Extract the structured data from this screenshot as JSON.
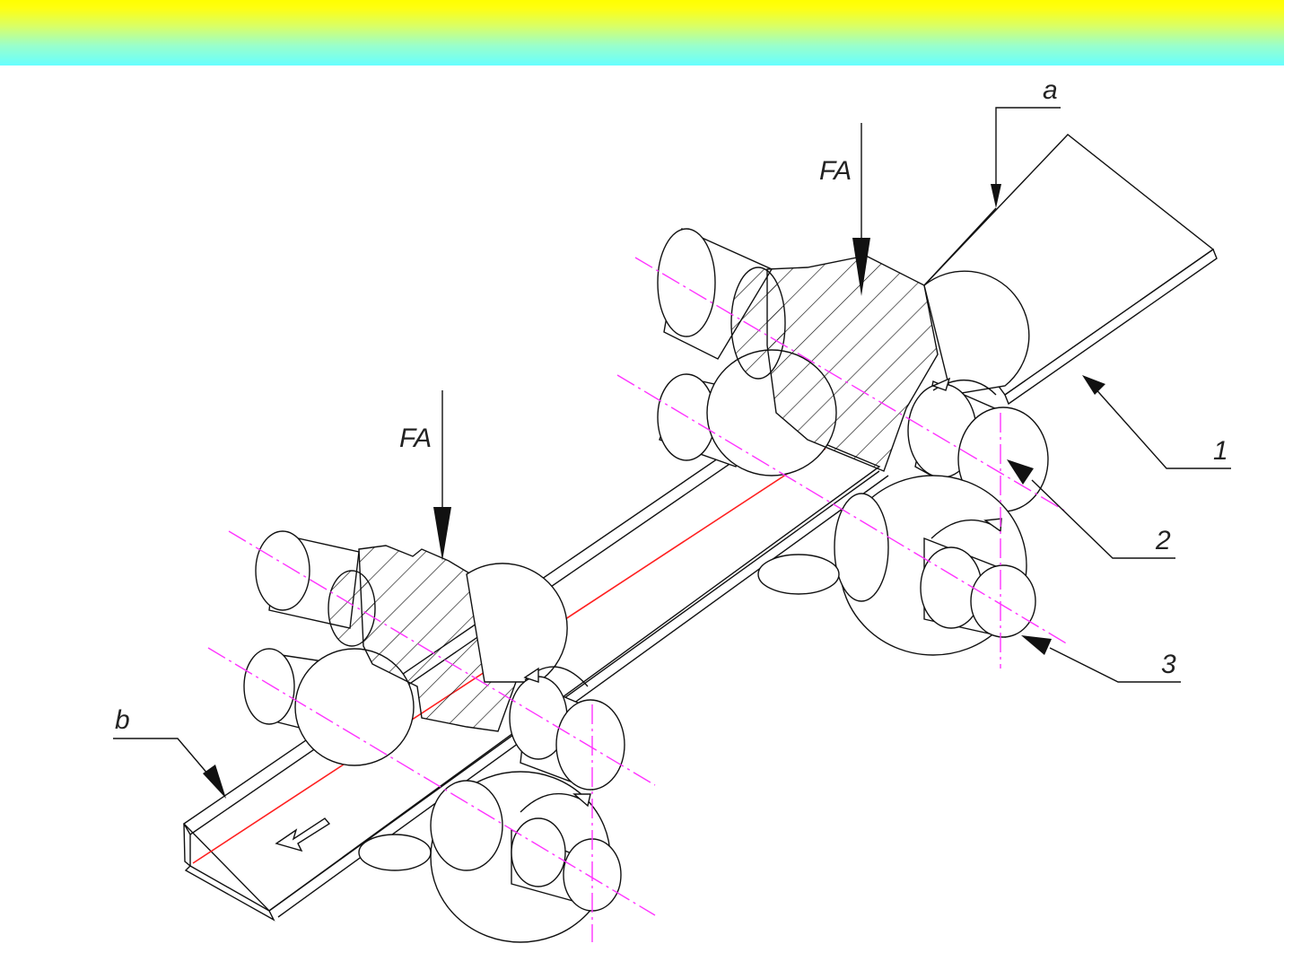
{
  "labels": {
    "a": "a",
    "b": "b",
    "fa_upper": "FA",
    "fa_lower": "FA",
    "n1": "1",
    "n2": "2",
    "n3": "3"
  },
  "colors": {
    "banner_top": "#ffff00",
    "banner_bottom": "#66ffff",
    "axis_line": "#ff33ff",
    "profile_line": "#ff2020"
  }
}
